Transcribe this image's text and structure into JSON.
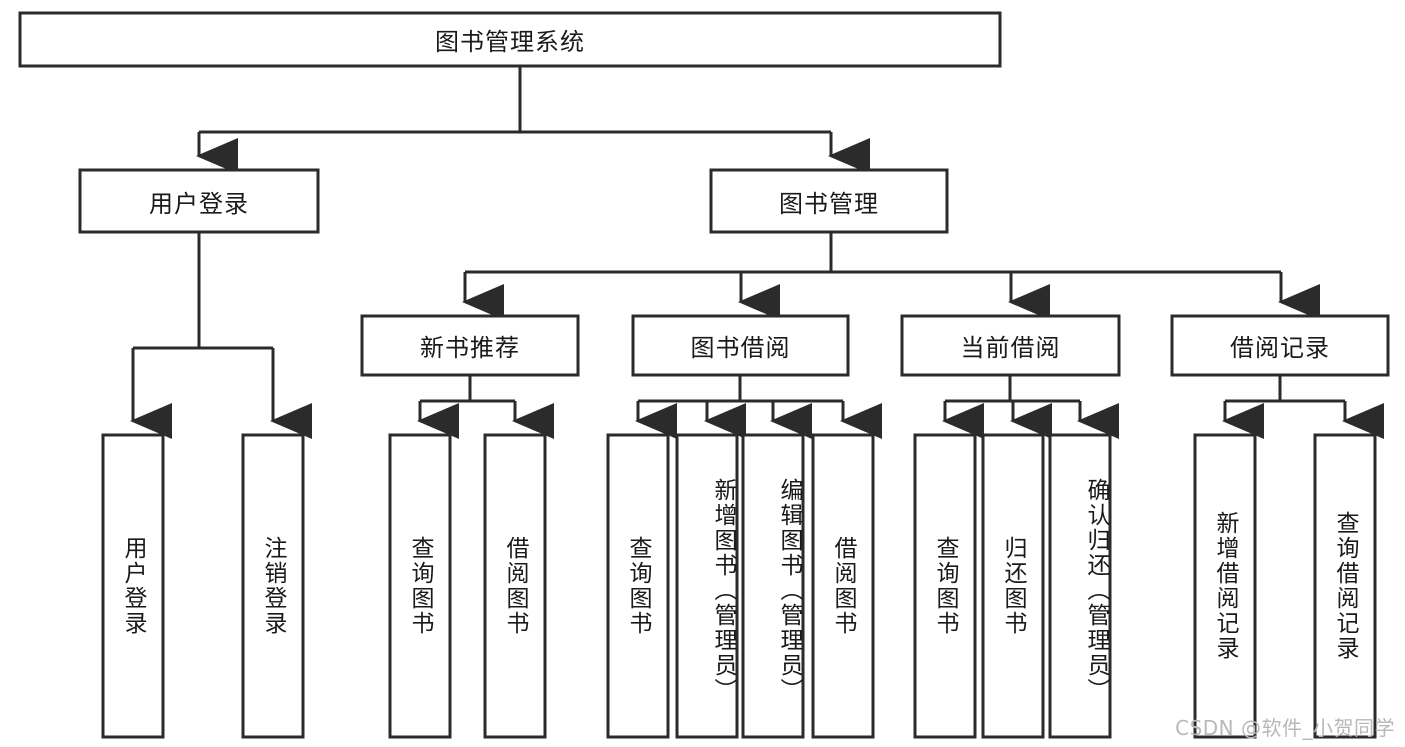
{
  "diagram": {
    "type": "tree",
    "title": "图书管理系统",
    "watermark": "CSDN @软件_小贺同学",
    "colors": {
      "stroke": "#2b2b2b",
      "fill": "#ffffff",
      "text": "#1a1a1a",
      "watermark": "#b8b8b8",
      "background": "#ffffff"
    },
    "nodes": {
      "root": {
        "label": "图书管理系统",
        "level": 0,
        "orientation": "horizontal"
      },
      "l1": [
        {
          "id": "user-login",
          "label": "用户登录",
          "orientation": "horizontal"
        },
        {
          "id": "book-manage",
          "label": "图书管理",
          "orientation": "horizontal"
        }
      ],
      "l2": [
        {
          "id": "new-book-recommend",
          "label": "新书推荐",
          "parent": "book-manage",
          "orientation": "horizontal"
        },
        {
          "id": "book-borrow",
          "label": "图书借阅",
          "parent": "book-manage",
          "orientation": "horizontal"
        },
        {
          "id": "current-borrow",
          "label": "当前借阅",
          "parent": "book-manage",
          "orientation": "horizontal"
        },
        {
          "id": "borrow-record",
          "label": "借阅记录",
          "parent": "book-manage",
          "orientation": "horizontal"
        }
      ],
      "leaves": [
        {
          "id": "leaf-user-login",
          "label": "用户登录",
          "parent": "user-login",
          "orientation": "vertical"
        },
        {
          "id": "leaf-user-logout",
          "label": "注销登录",
          "parent": "user-login",
          "orientation": "vertical"
        },
        {
          "id": "leaf-query-book-1",
          "label": "查询图书",
          "parent": "new-book-recommend",
          "orientation": "vertical"
        },
        {
          "id": "leaf-borrow-book-1",
          "label": "借阅图书",
          "parent": "new-book-recommend",
          "orientation": "vertical"
        },
        {
          "id": "leaf-query-book-2",
          "label": "查询图书",
          "parent": "book-borrow",
          "orientation": "vertical"
        },
        {
          "id": "leaf-add-book",
          "label": "新增图书（管理员）",
          "parent": "book-borrow",
          "orientation": "vertical"
        },
        {
          "id": "leaf-edit-book",
          "label": "编辑图书（管理员）",
          "parent": "book-borrow",
          "orientation": "vertical"
        },
        {
          "id": "leaf-borrow-book-2",
          "label": "借阅图书",
          "parent": "book-borrow",
          "orientation": "vertical"
        },
        {
          "id": "leaf-query-book-3",
          "label": "查询图书",
          "parent": "current-borrow",
          "orientation": "vertical"
        },
        {
          "id": "leaf-return-book",
          "label": "归还图书",
          "parent": "current-borrow",
          "orientation": "vertical"
        },
        {
          "id": "leaf-confirm-return",
          "label": "确认归还（管理员）",
          "parent": "current-borrow",
          "orientation": "vertical"
        },
        {
          "id": "leaf-add-record",
          "label": "新增借阅记录",
          "parent": "borrow-record",
          "orientation": "vertical"
        },
        {
          "id": "leaf-query-record",
          "label": "查询借阅记录",
          "parent": "borrow-record",
          "orientation": "vertical"
        }
      ]
    }
  }
}
